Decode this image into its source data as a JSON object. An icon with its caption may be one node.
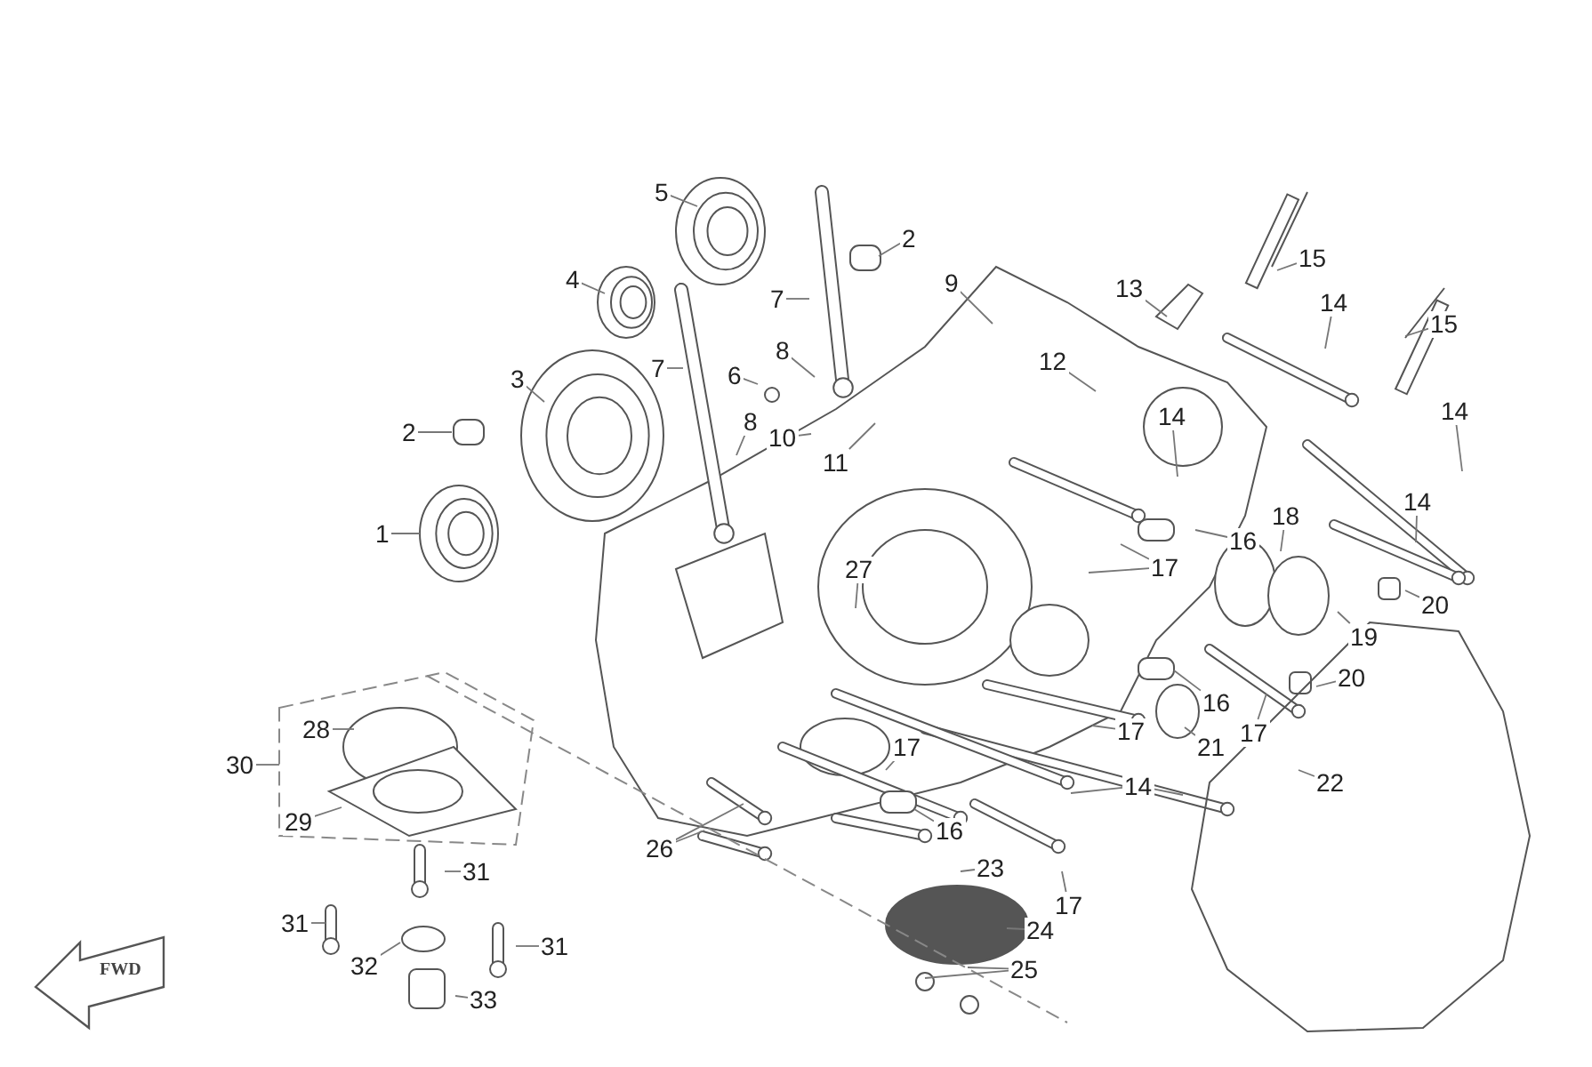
{
  "diagram": {
    "nodes": [
      {
        "text": [
          "1"
        ]
      },
      {
        "text": [
          "2"
        ]
      },
      {
        "text": [
          "2"
        ]
      },
      {
        "text": [
          "3"
        ]
      },
      {
        "text": [
          "4"
        ]
      },
      {
        "text": [
          "5"
        ]
      },
      {
        "text": [
          "6"
        ]
      },
      {
        "text": [
          "7"
        ]
      },
      {
        "text": [
          "7"
        ]
      },
      {
        "text": [
          "8"
        ]
      },
      {
        "text": [
          "8"
        ]
      },
      {
        "text": [
          "9"
        ]
      },
      {
        "text": [
          "10"
        ]
      },
      {
        "text": [
          "11"
        ]
      },
      {
        "text": [
          "12"
        ]
      },
      {
        "text": [
          "13"
        ]
      },
      {
        "text": [
          "14"
        ]
      },
      {
        "text": [
          "14"
        ]
      },
      {
        "text": [
          "14"
        ]
      },
      {
        "text": [
          "14"
        ]
      },
      {
        "text": [
          "14"
        ]
      },
      {
        "text": [
          "15"
        ]
      },
      {
        "text": [
          "15"
        ]
      },
      {
        "text": [
          "16"
        ]
      },
      {
        "text": [
          "16"
        ]
      },
      {
        "text": [
          "16"
        ]
      },
      {
        "text": [
          "17"
        ]
      },
      {
        "text": [
          "17"
        ]
      },
      {
        "text": [
          "17"
        ]
      },
      {
        "text": [
          "17"
        ]
      },
      {
        "text": [
          "17"
        ]
      },
      {
        "text": [
          "18"
        ]
      },
      {
        "text": [
          "19"
        ]
      },
      {
        "text": [
          "20"
        ]
      },
      {
        "text": [
          "20"
        ]
      },
      {
        "text": [
          "21"
        ]
      },
      {
        "text": [
          "22"
        ]
      },
      {
        "text": [
          "23"
        ]
      },
      {
        "text": [
          "24"
        ]
      },
      {
        "text": [
          "25"
        ]
      },
      {
        "text": [
          "26"
        ]
      },
      {
        "text": [
          "27"
        ]
      },
      {
        "text": [
          "28"
        ]
      },
      {
        "text": [
          "29"
        ]
      },
      {
        "text": [
          "30"
        ]
      },
      {
        "text": [
          "31"
        ]
      },
      {
        "text": [
          "31"
        ]
      },
      {
        "text": [
          "31"
        ]
      },
      {
        "text": [
          "32"
        ]
      },
      {
        "text": [
          "33"
        ]
      }
    ],
    "edges": [
      {
        "from": 0,
        "to": null,
        "arrow": "none"
      },
      {
        "from": 1,
        "to": null,
        "arrow": "none"
      },
      {
        "from": 2,
        "to": null,
        "arrow": "none"
      },
      {
        "from": 3,
        "to": null,
        "arrow": "none"
      },
      {
        "from": 4,
        "to": null,
        "arrow": "none"
      },
      {
        "from": 5,
        "to": null,
        "arrow": "none"
      },
      {
        "from": 6,
        "to": null,
        "arrow": "none"
      },
      {
        "from": 7,
        "to": null,
        "arrow": "none"
      },
      {
        "from": 8,
        "to": null,
        "arrow": "none"
      },
      {
        "from": 9,
        "to": null,
        "arrow": "none"
      },
      {
        "from": 10,
        "to": null,
        "arrow": "none"
      },
      {
        "from": 11,
        "to": null,
        "arrow": "none"
      },
      {
        "from": 12,
        "to": null,
        "arrow": "none"
      },
      {
        "from": 13,
        "to": null,
        "arrow": "none"
      },
      {
        "from": 14,
        "to": null,
        "arrow": "none"
      },
      {
        "from": 15,
        "to": null,
        "arrow": "none"
      },
      {
        "from": 16,
        "to": null,
        "arrow": "none"
      },
      {
        "from": 17,
        "to": null,
        "arrow": "none"
      },
      {
        "from": 18,
        "to": null,
        "arrow": "none"
      },
      {
        "from": 19,
        "to": null,
        "arrow": "none"
      },
      {
        "from": 20,
        "to": null,
        "arrow": "none"
      },
      {
        "from": 20,
        "to": null,
        "arrow": "none"
      },
      {
        "from": 21,
        "to": null,
        "arrow": "none"
      },
      {
        "from": 22,
        "to": null,
        "arrow": "none"
      },
      {
        "from": 23,
        "to": null,
        "arrow": "none"
      },
      {
        "from": 24,
        "to": null,
        "arrow": "none"
      },
      {
        "from": 25,
        "to": null,
        "arrow": "none"
      },
      {
        "from": 26,
        "to": null,
        "arrow": "none"
      },
      {
        "from": 26,
        "to": null,
        "arrow": "none"
      },
      {
        "from": 27,
        "to": null,
        "arrow": "none"
      },
      {
        "from": 28,
        "to": null,
        "arrow": "none"
      },
      {
        "from": 29,
        "to": null,
        "arrow": "none"
      },
      {
        "from": 30,
        "to": null,
        "arrow": "none"
      },
      {
        "from": 31,
        "to": null,
        "arrow": "none"
      },
      {
        "from": 32,
        "to": null,
        "arrow": "none"
      },
      {
        "from": 33,
        "to": null,
        "arrow": "none"
      },
      {
        "from": 34,
        "to": null,
        "arrow": "none"
      },
      {
        "from": 35,
        "to": null,
        "arrow": "none"
      },
      {
        "from": 36,
        "to": null,
        "arrow": "none"
      },
      {
        "from": 37,
        "to": null,
        "arrow": "none"
      },
      {
        "from": 38,
        "to": null,
        "arrow": "none"
      },
      {
        "from": 39,
        "to": null,
        "arrow": "none"
      },
      {
        "from": 39,
        "to": null,
        "arrow": "none"
      },
      {
        "from": 40,
        "to": null,
        "arrow": "none"
      },
      {
        "from": 40,
        "to": null,
        "arrow": "none"
      },
      {
        "from": 41,
        "to": null,
        "arrow": "none"
      },
      {
        "from": 42,
        "to": null,
        "arrow": "none"
      },
      {
        "from": 43,
        "to": null,
        "arrow": "none"
      },
      {
        "from": 44,
        "to": null,
        "arrow": "none"
      },
      {
        "from": 45,
        "to": null,
        "arrow": "none"
      },
      {
        "from": 46,
        "to": null,
        "arrow": "none"
      },
      {
        "from": 47,
        "to": null,
        "arrow": "none"
      },
      {
        "from": 48,
        "to": null,
        "arrow": "none"
      },
      {
        "from": 49,
        "to": null,
        "arrow": "none"
      }
    ],
    "labels": [
      "FWD"
    ]
  }
}
